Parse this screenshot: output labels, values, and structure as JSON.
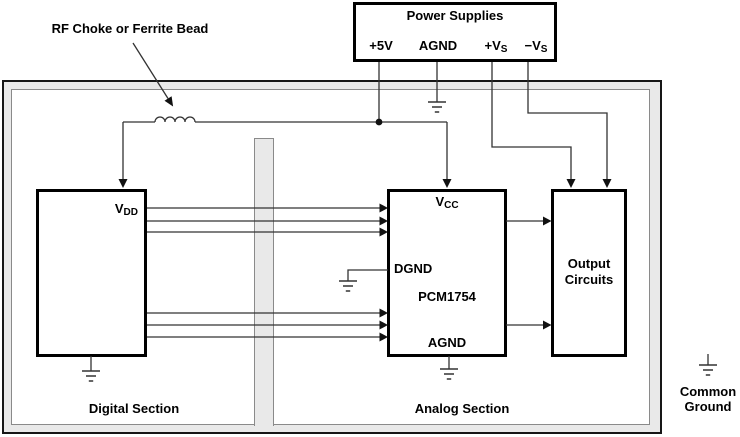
{
  "annotations": {
    "rf_choke": "RF Choke or Ferrite Bead",
    "common_ground": {
      "line1": "Common",
      "line2": "Ground"
    }
  },
  "power_supplies": {
    "title": "Power Supplies",
    "pins": [
      {
        "base": "+5V",
        "sub": ""
      },
      {
        "base": "AGND",
        "sub": ""
      },
      {
        "base": "+V",
        "sub": "S"
      },
      {
        "base": "−V",
        "sub": "S"
      }
    ]
  },
  "digital_section": {
    "label": "Digital Section",
    "pin_vdd": {
      "base": "V",
      "sub": "DD"
    }
  },
  "analog_section": {
    "label": "Analog Section"
  },
  "pcm1754": {
    "name": "PCM1754",
    "pin_vcc": {
      "base": "V",
      "sub": "CC"
    },
    "pin_dgnd": "DGND",
    "pin_agnd": "AGND"
  },
  "output_circuits": {
    "line1": "Output",
    "line2": "Circuits"
  },
  "colors": {
    "wire": "#333333",
    "box_border": "#000000",
    "shield_fill": "#e9e9e9",
    "panel_border": "#8a8a8a",
    "background": "#ffffff",
    "text": "#000000"
  }
}
